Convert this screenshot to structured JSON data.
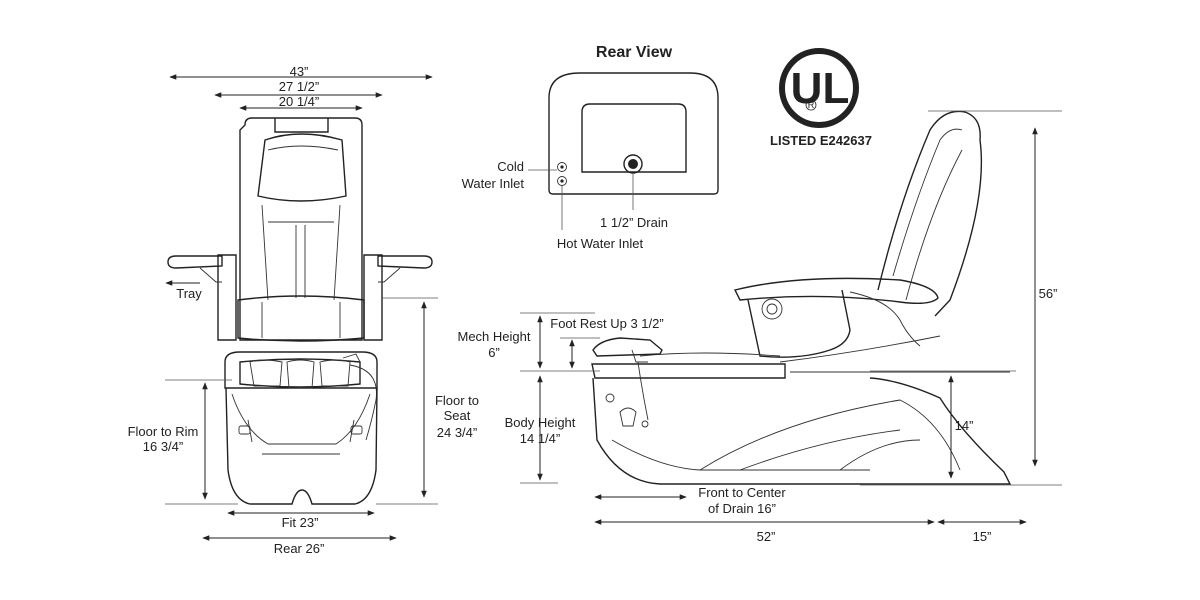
{
  "front_view": {
    "width_overall": "43”",
    "width_mid": "27  1/2”",
    "width_back": "20 1/4”",
    "tray": "Tray",
    "floor_to_rim": [
      "Floor to Rim",
      "16 3/4”"
    ],
    "floor_to_seat": [
      "Floor to",
      "Seat",
      "24 3/4”"
    ],
    "fit": "Fit 23”",
    "rear": "Rear 26”"
  },
  "rear_view": {
    "title": "Rear View",
    "cold_inlet": [
      "Cold",
      "Water Inlet"
    ],
    "drain": "1 1/2” Drain",
    "hot_inlet": "Hot Water Inlet"
  },
  "certification": {
    "mark": "UL",
    "registered": "R",
    "listing": "LISTED E242637"
  },
  "side_view": {
    "height_total": "56”",
    "mech_height": [
      "Mech Height",
      "6”"
    ],
    "foot_rest_up": "Foot Rest Up  3 1/2”",
    "body_height": [
      "Body Height",
      "14 1/4”"
    ],
    "height_14": "14”",
    "front_to_drain": [
      "Front to Center",
      "of Drain 16”"
    ],
    "length": "52”",
    "depth_extra": "15”"
  }
}
